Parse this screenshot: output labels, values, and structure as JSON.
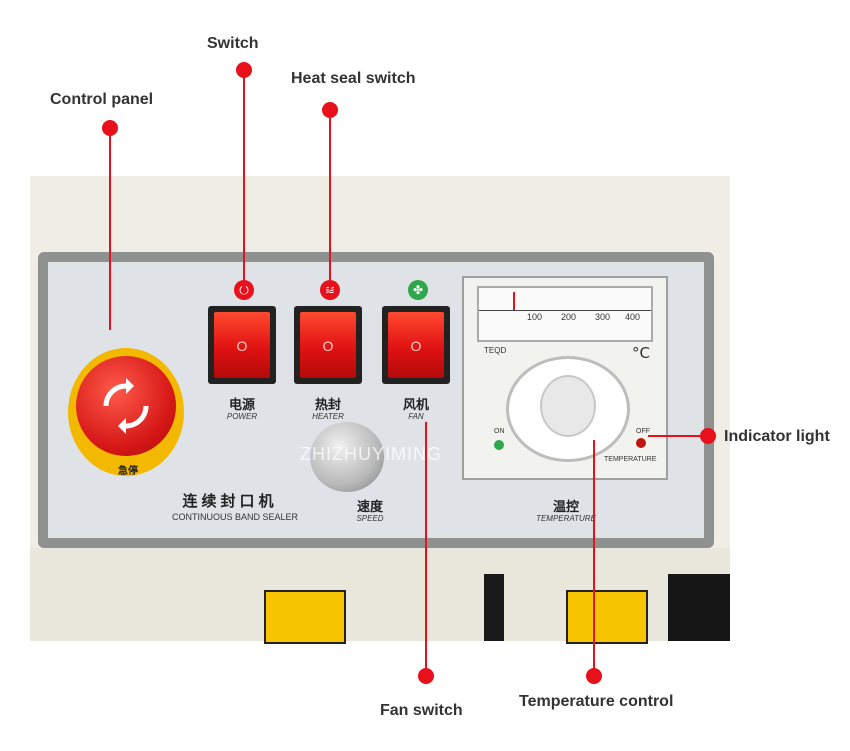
{
  "callouts": {
    "switch": "Switch",
    "heat_seal_switch": "Heat seal switch",
    "control_panel": "Control panel",
    "indicator_light": "Indicator light",
    "fan_switch": "Fan switch",
    "temperature_control": "Temperature control"
  },
  "panel": {
    "power_cn": "电源",
    "power_en": "POWER",
    "heater_cn": "热封",
    "heater_en": "HEATER",
    "fan_cn": "风机",
    "fan_en": "FAN",
    "speed_cn": "速度",
    "speed_en": "SPEED",
    "temp_cn": "温控",
    "temp_en": "TEMPERATURE",
    "machine_cn": "连续封口机",
    "machine_en": "CONTINUOUS  BAND SEALER",
    "estop_cn": "急停",
    "rocker_mark": "O"
  },
  "meter": {
    "brand": "TEQD",
    "unit": "°C",
    "scale_labels": [
      "100",
      "200",
      "300",
      "400"
    ],
    "on_label": "ON",
    "off_label": "OFF",
    "dial_label": "TEMPERATURE"
  },
  "watermark": "ZHIZHUYIMING",
  "colors": {
    "callout_red": "#e8101a",
    "rocker_red": "#e01212",
    "estop_yellow": "#f3b800",
    "fan_green": "#2ea84a"
  }
}
